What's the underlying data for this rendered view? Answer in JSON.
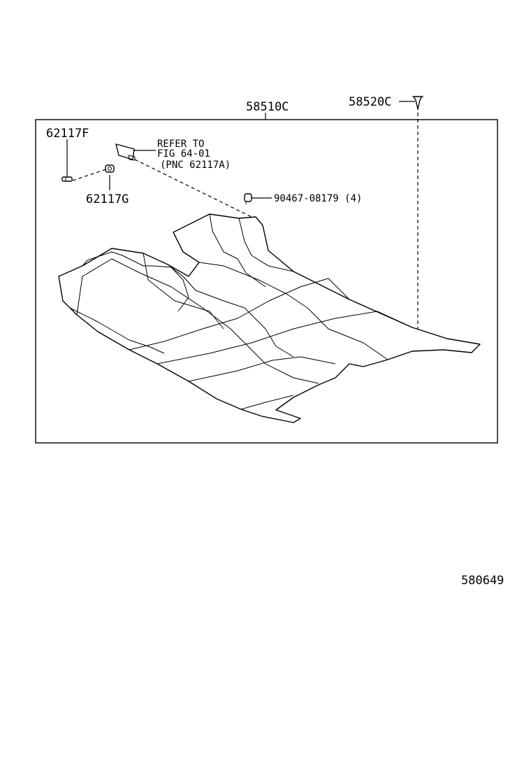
{
  "diagram": {
    "labels": {
      "part_58510c": "58510C",
      "part_58520c": "58520C",
      "part_62117f": "62117F",
      "part_62117g": "62117G",
      "refer_line1": "REFER TO",
      "refer_line2": "FIG 64-01",
      "refer_line3": "(PNC 62117A)",
      "part_90467": "90467-08179 (4)",
      "figure_number": "580649"
    }
  }
}
